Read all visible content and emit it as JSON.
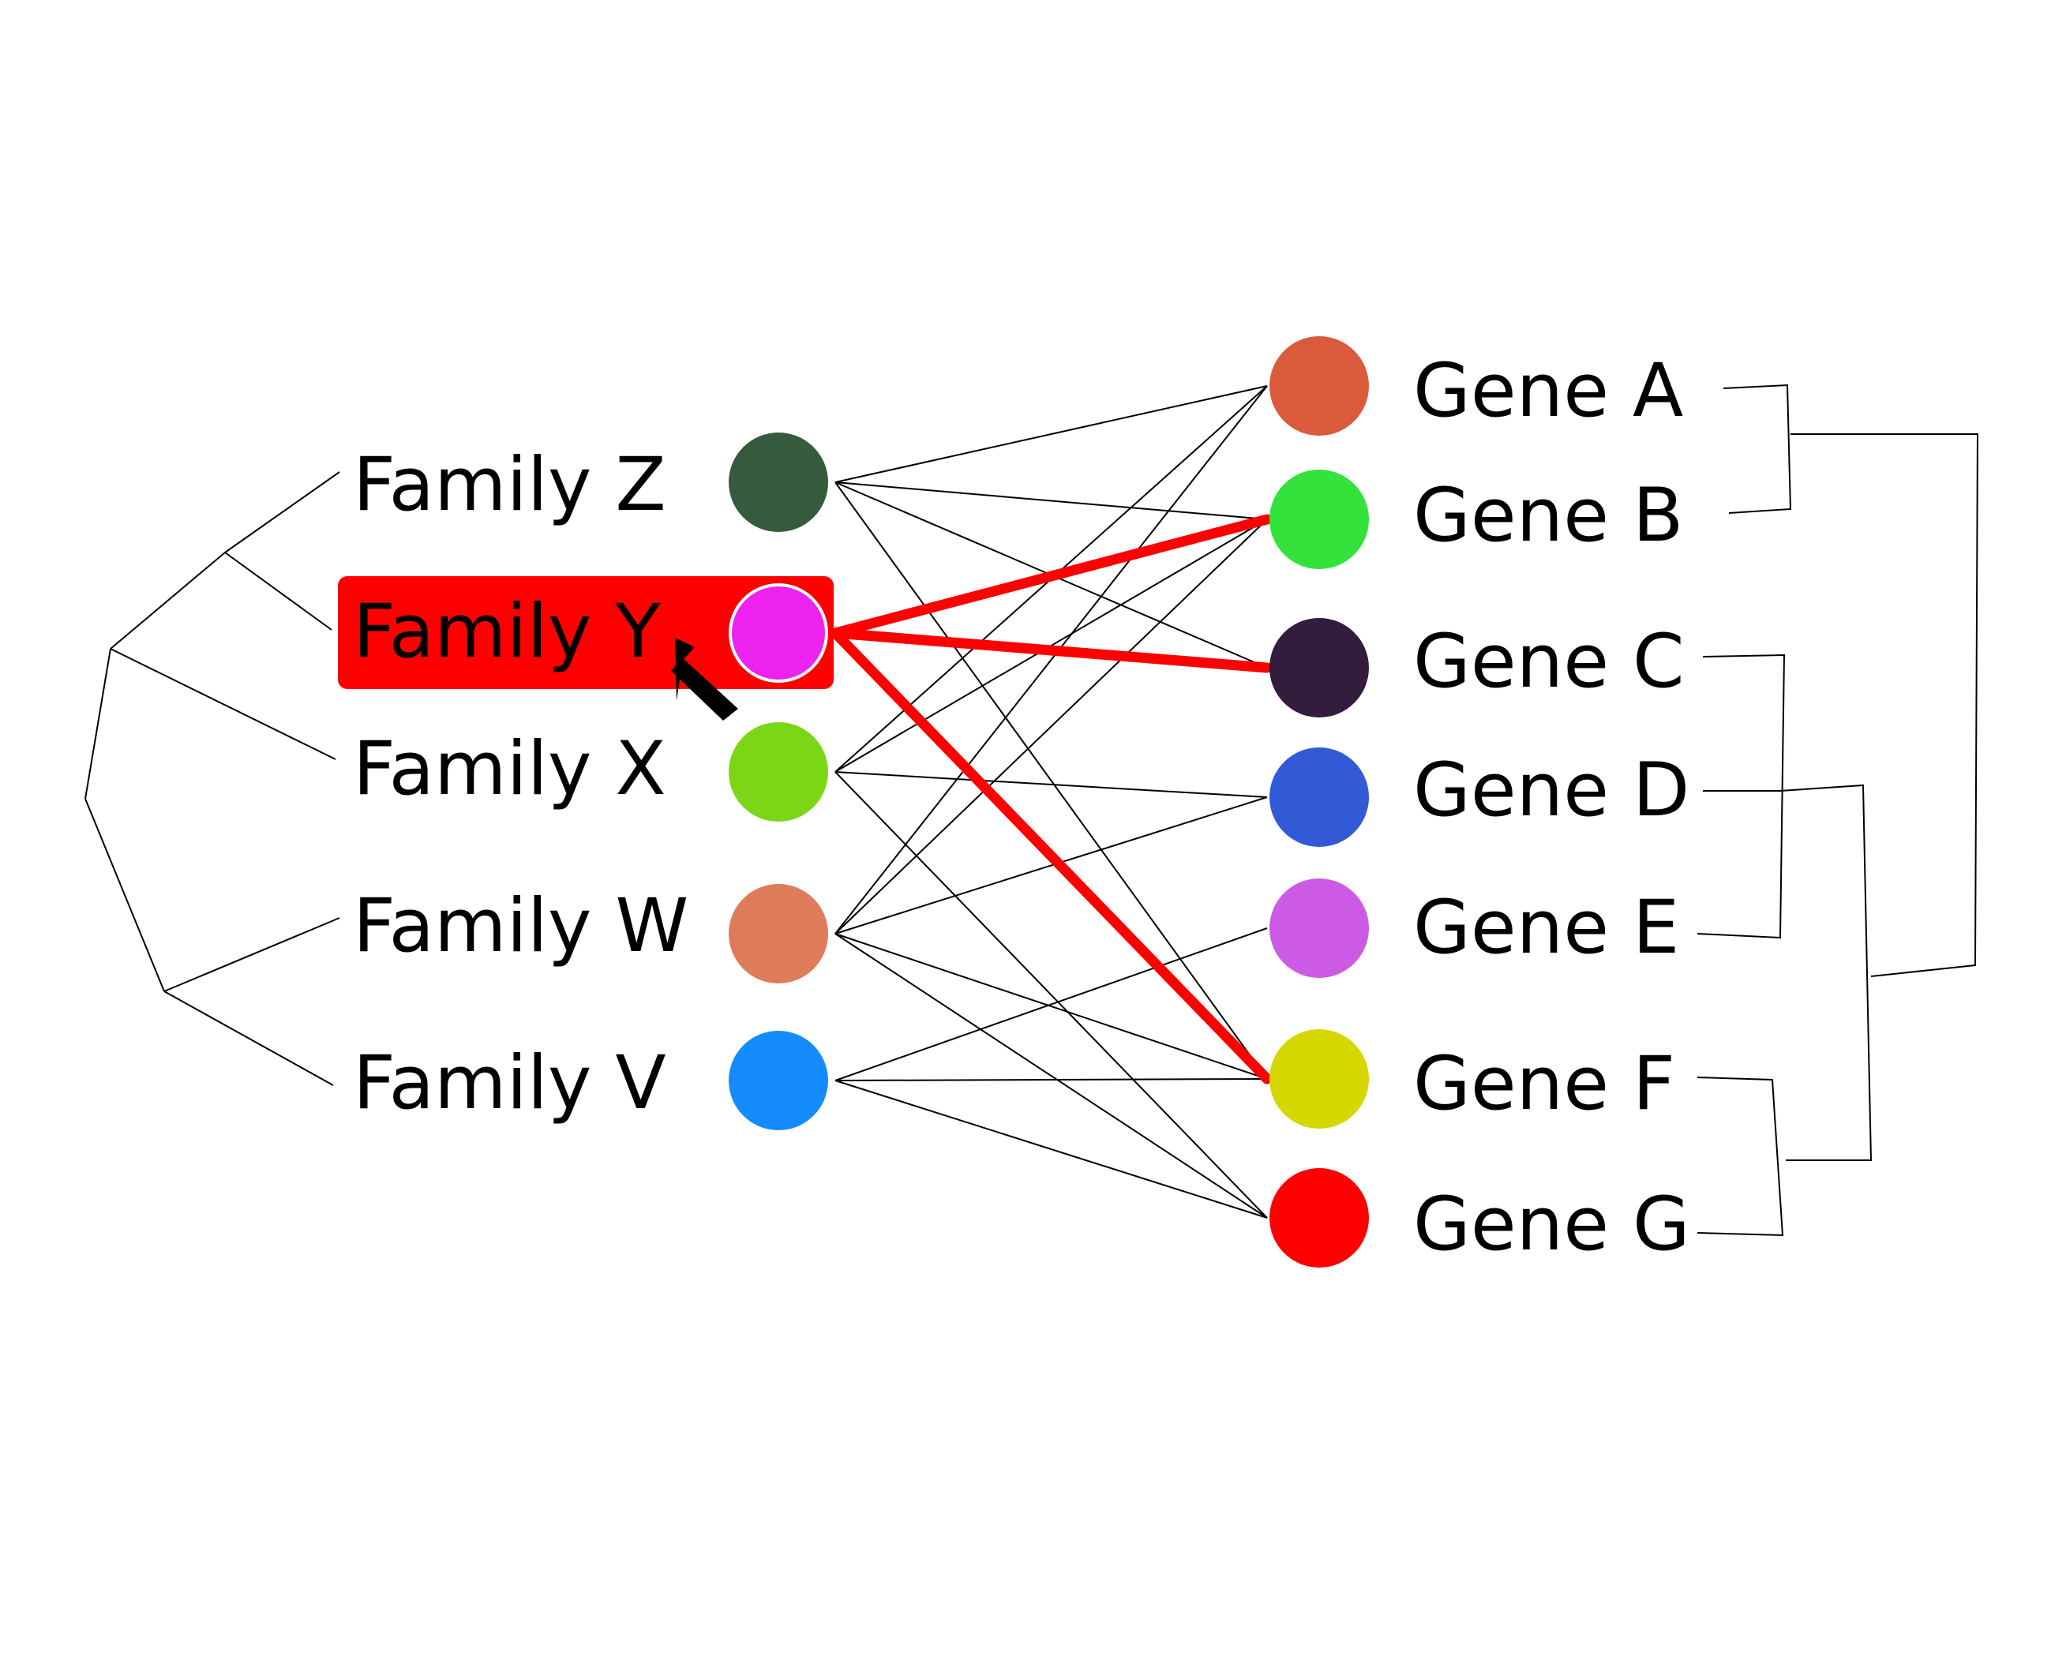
{
  "families": [
    {
      "id": "Z",
      "label": "Family Z",
      "color": "#355a3c"
    },
    {
      "id": "Y",
      "label": "Family Y",
      "color": "#ee22ee",
      "selected": true
    },
    {
      "id": "X",
      "label": "Family X",
      "color": "#7bd616"
    },
    {
      "id": "W",
      "label": "Family W",
      "color": "#de7c5a"
    },
    {
      "id": "V",
      "label": "Family V",
      "color": "#148cfe"
    }
  ],
  "genes": [
    {
      "id": "A",
      "label": "Gene A",
      "color": "#d95b3c"
    },
    {
      "id": "B",
      "label": "Gene B",
      "color": "#33e33c"
    },
    {
      "id": "C",
      "label": "Gene C",
      "color": "#331c3c"
    },
    {
      "id": "D",
      "label": "Gene D",
      "color": "#335ad6"
    },
    {
      "id": "E",
      "label": "Gene E",
      "color": "#cd5ae4"
    },
    {
      "id": "F",
      "label": "Gene F",
      "color": "#d6d600"
    },
    {
      "id": "G",
      "label": "Gene G",
      "color": "#fe0000"
    }
  ],
  "links": [
    [
      "Z",
      "A"
    ],
    [
      "Z",
      "B"
    ],
    [
      "Z",
      "C"
    ],
    [
      "Z",
      "F"
    ],
    [
      "X",
      "A"
    ],
    [
      "X",
      "B"
    ],
    [
      "X",
      "D"
    ],
    [
      "X",
      "G"
    ],
    [
      "W",
      "A"
    ],
    [
      "W",
      "B"
    ],
    [
      "W",
      "D"
    ],
    [
      "W",
      "F"
    ],
    [
      "W",
      "G"
    ],
    [
      "V",
      "E"
    ],
    [
      "V",
      "F"
    ],
    [
      "V",
      "G"
    ]
  ],
  "highlighted_links": [
    [
      "Y",
      "B"
    ],
    [
      "Y",
      "C"
    ],
    [
      "Y",
      "F"
    ]
  ],
  "highlight_color": "#fe0000",
  "cursor": "arrow-pointer-icon"
}
